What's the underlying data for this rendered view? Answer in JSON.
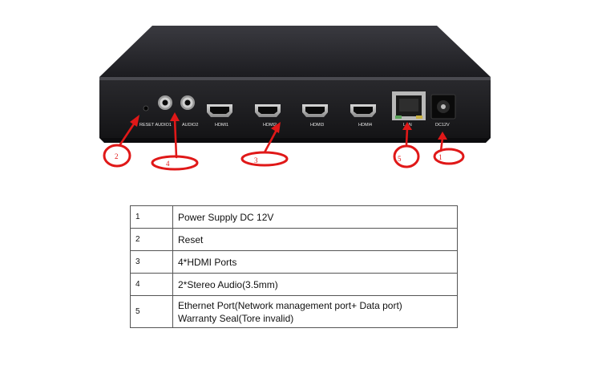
{
  "device": {
    "port_labels": {
      "reset_audio1": "RESET AUDIO1",
      "audio2": "AUDIO2",
      "hdmi1": "HDMI1",
      "hdmi2": "HDMI2",
      "hdmi3": "HDMI3",
      "hdmi4": "HDMI4",
      "lan": "LAN",
      "dc": "DC12V"
    },
    "callouts": [
      "2",
      "4",
      "3",
      "5",
      "1"
    ],
    "colors": {
      "body": "#1e1e22",
      "callout": "#e01818"
    }
  },
  "table": {
    "rows": [
      {
        "num": "1",
        "lines": [
          "Power Supply DC 12V"
        ]
      },
      {
        "num": "2",
        "lines": [
          "Reset"
        ]
      },
      {
        "num": "3",
        "lines": [
          "4*HDMI Ports"
        ]
      },
      {
        "num": "4",
        "lines": [
          "2*Stereo Audio(3.5mm)"
        ]
      },
      {
        "num": "5",
        "lines": [
          "Ethernet Port(Network management port+ Data port)",
          "Warranty Seal(Tore invalid)"
        ]
      }
    ]
  }
}
